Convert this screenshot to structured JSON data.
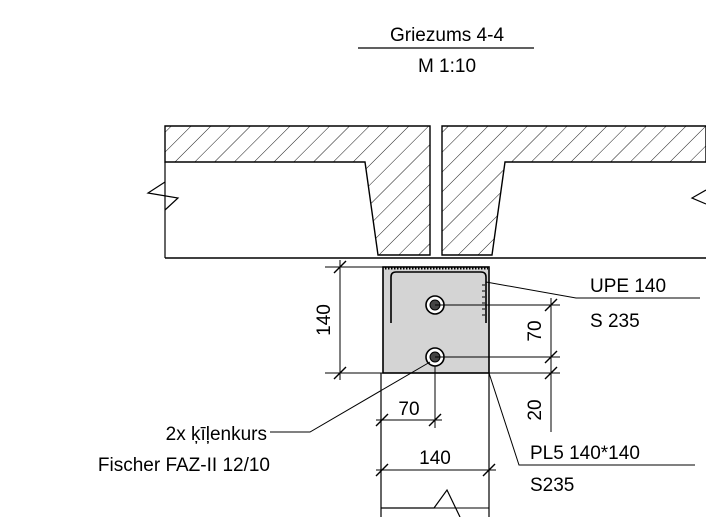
{
  "title": {
    "section": "Griezums 4-4",
    "scale": "M 1:10"
  },
  "dimensions": {
    "height_total": "140",
    "to_bolt": "70",
    "bottom_edge": "20",
    "bolt_offset": "70",
    "width_total": "140"
  },
  "callouts": {
    "profile": "UPE 140",
    "profile_grade": "S 235",
    "plate": "PL5 140*140",
    "plate_grade": "S235",
    "anchor_qty": "2x ķīļenkurs",
    "anchor_type": "Fischer FAZ-II 12/10"
  },
  "colors": {
    "line": "#000000",
    "plate_fill": "#d4d4d4",
    "background": "#ffffff"
  }
}
